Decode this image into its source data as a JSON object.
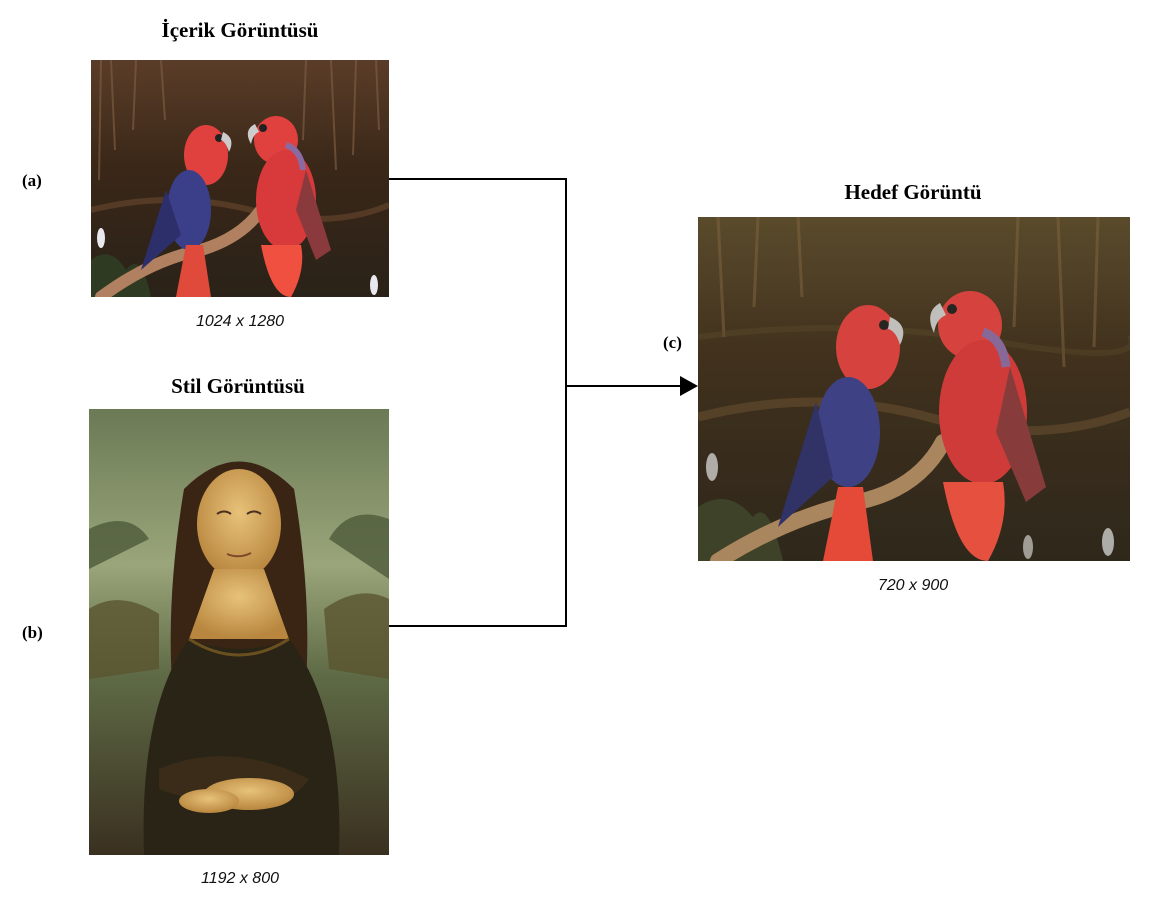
{
  "panels": {
    "content": {
      "title": "İçerik Görüntüsü",
      "label": "(a)",
      "dims": "1024 x 1280"
    },
    "style": {
      "title": "Stil Görüntüsü",
      "label": "(b)",
      "dims": "1192 x 800"
    },
    "target": {
      "title": "Hedef Görüntü",
      "label": "(c)",
      "dims": "720 x 900"
    }
  },
  "colors": {
    "connector": "#000000",
    "parrot_red": "#e0413f",
    "parrot_blue": "#3b3f8a",
    "background_dark": "#3a2a1e"
  }
}
